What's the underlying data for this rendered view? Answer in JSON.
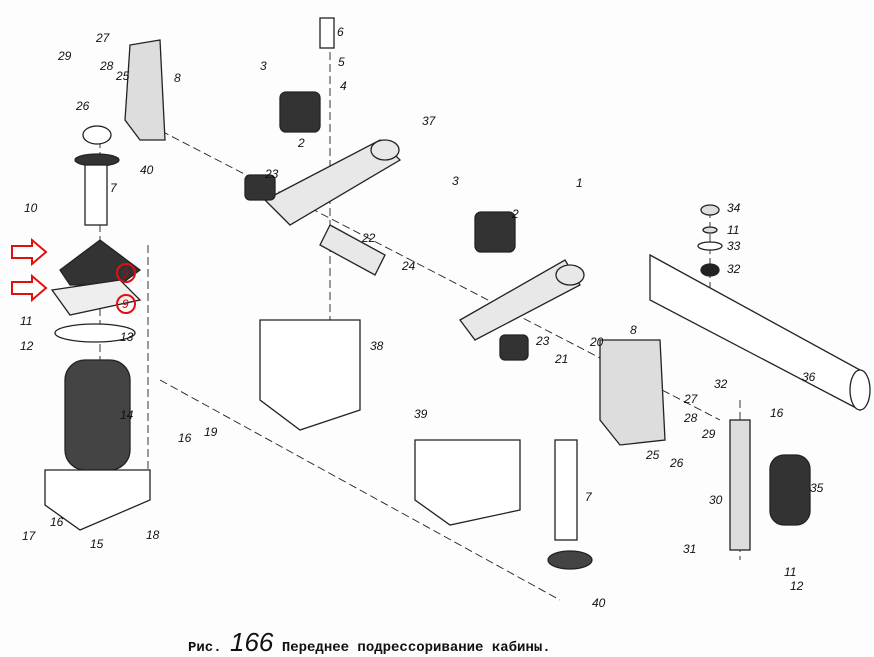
{
  "figure": {
    "caption_prefix": "Рис.",
    "caption_number": "166",
    "caption_text": "Переднее подрессоривание кабины."
  },
  "callouts": [
    "27",
    "29",
    "28",
    "25",
    "8",
    "26",
    "40",
    "7",
    "10",
    "9",
    "9",
    "11",
    "12",
    "13",
    "14",
    "16",
    "19",
    "16",
    "17",
    "15",
    "18",
    "6",
    "3",
    "5",
    "4",
    "2",
    "37",
    "23",
    "22",
    "24",
    "38",
    "3",
    "1",
    "2",
    "23",
    "39",
    "8",
    "20",
    "21",
    "27",
    "28",
    "29",
    "25",
    "26",
    "7",
    "40",
    "34",
    "11",
    "33",
    "32",
    "32",
    "36",
    "16",
    "35",
    "30",
    "31",
    "11",
    "12"
  ],
  "highlight": {
    "color": "#e01010",
    "marked_part": "9"
  }
}
